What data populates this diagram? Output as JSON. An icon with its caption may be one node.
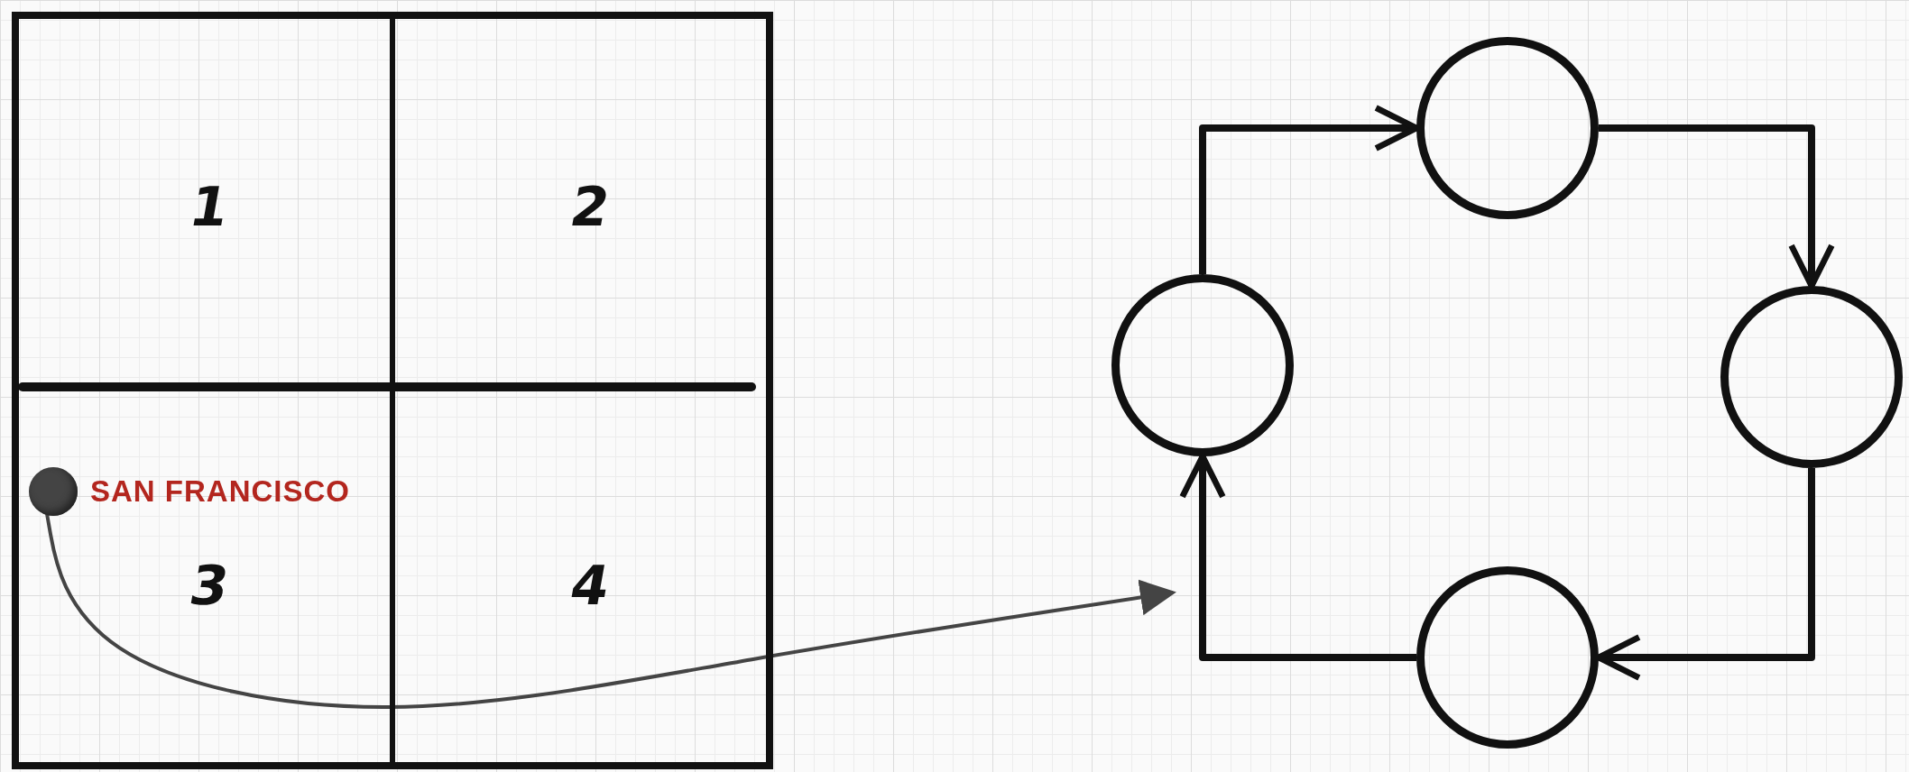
{
  "diagram": {
    "nodes": [
      {
        "text": [],
        "shape": "box"
      },
      {
        "text": [
          "1"
        ],
        "in": 0
      },
      {
        "text": [
          "2"
        ],
        "in": 0
      },
      {
        "text": [
          "3"
        ],
        "in": 0
      },
      {
        "text": [
          "4"
        ],
        "in": 0
      },
      {
        "text": [],
        "shape": "circle",
        "in": 3,
        "beside": [
          "SAN FRANCISCO"
        ]
      },
      {
        "text": [],
        "shape": "circle"
      },
      {
        "text": [],
        "shape": "circle"
      },
      {
        "text": [],
        "shape": "circle"
      },
      {
        "text": [],
        "shape": "circle"
      }
    ],
    "edges": [
      {
        "from": 5,
        "to": null,
        "arrow": "to",
        "color": "#444444"
      },
      {
        "from": 7,
        "to": 6,
        "arrow": "to"
      },
      {
        "from": 6,
        "to": 8,
        "arrow": "to"
      },
      {
        "from": 8,
        "to": 9,
        "arrow": "to"
      },
      {
        "from": 9,
        "to": 7,
        "arrow": "to"
      }
    ]
  }
}
